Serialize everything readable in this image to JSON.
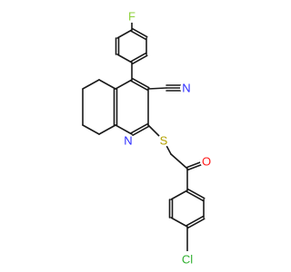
{
  "molecule": {
    "atoms": [
      {
        "id": "F",
        "symbol": "F",
        "color": "#8fd13c"
      },
      {
        "id": "N",
        "symbol": "N",
        "color": "#2b2bff"
      },
      {
        "id": "Nq",
        "symbol": "N",
        "color": "#2b2bff"
      },
      {
        "id": "S",
        "symbol": "S",
        "color": "#b3a100"
      },
      {
        "id": "O",
        "symbol": "O",
        "color": "#ff1a1a"
      },
      {
        "id": "Cl",
        "symbol": "Cl",
        "color": "#2fb02f"
      }
    ]
  }
}
